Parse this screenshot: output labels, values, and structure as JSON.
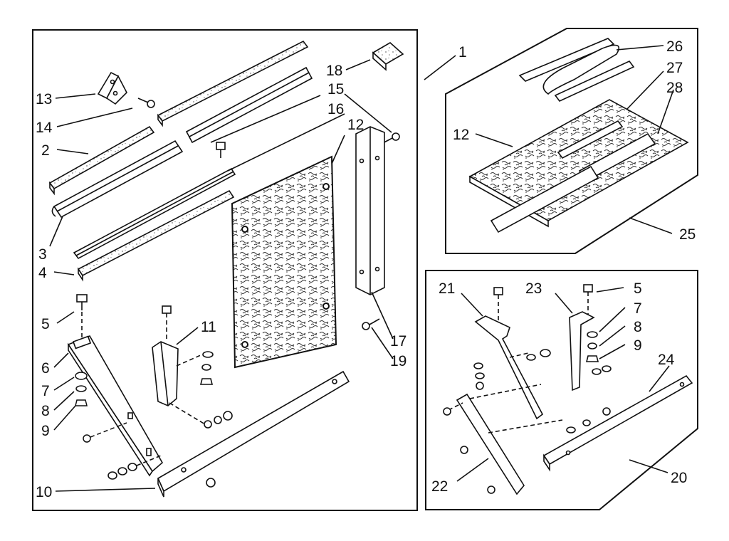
{
  "diagram": {
    "colors": {
      "ink": "#111111",
      "paper": "#ffffff",
      "texture": "#777777"
    },
    "callouts": [
      {
        "id": "1",
        "text": "1"
      },
      {
        "id": "2",
        "text": "2"
      },
      {
        "id": "3",
        "text": "3"
      },
      {
        "id": "4",
        "text": "4"
      },
      {
        "id": "5a",
        "text": "5"
      },
      {
        "id": "5b",
        "text": "5"
      },
      {
        "id": "6",
        "text": "6"
      },
      {
        "id": "7a",
        "text": "7"
      },
      {
        "id": "7b",
        "text": "7"
      },
      {
        "id": "8a",
        "text": "8"
      },
      {
        "id": "8b",
        "text": "8"
      },
      {
        "id": "9a",
        "text": "9"
      },
      {
        "id": "9b",
        "text": "9"
      },
      {
        "id": "10",
        "text": "10"
      },
      {
        "id": "11",
        "text": "11"
      },
      {
        "id": "12a",
        "text": "12"
      },
      {
        "id": "12b",
        "text": "12"
      },
      {
        "id": "13",
        "text": "13"
      },
      {
        "id": "14",
        "text": "14"
      },
      {
        "id": "15",
        "text": "15"
      },
      {
        "id": "16",
        "text": "16"
      },
      {
        "id": "17",
        "text": "17"
      },
      {
        "id": "18",
        "text": "18"
      },
      {
        "id": "19",
        "text": "19"
      },
      {
        "id": "20",
        "text": "20"
      },
      {
        "id": "21",
        "text": "21"
      },
      {
        "id": "22",
        "text": "22"
      },
      {
        "id": "23",
        "text": "23"
      },
      {
        "id": "24",
        "text": "24"
      },
      {
        "id": "25",
        "text": "25"
      },
      {
        "id": "26",
        "text": "26"
      },
      {
        "id": "27",
        "text": "27"
      },
      {
        "id": "28",
        "text": "28"
      }
    ]
  }
}
